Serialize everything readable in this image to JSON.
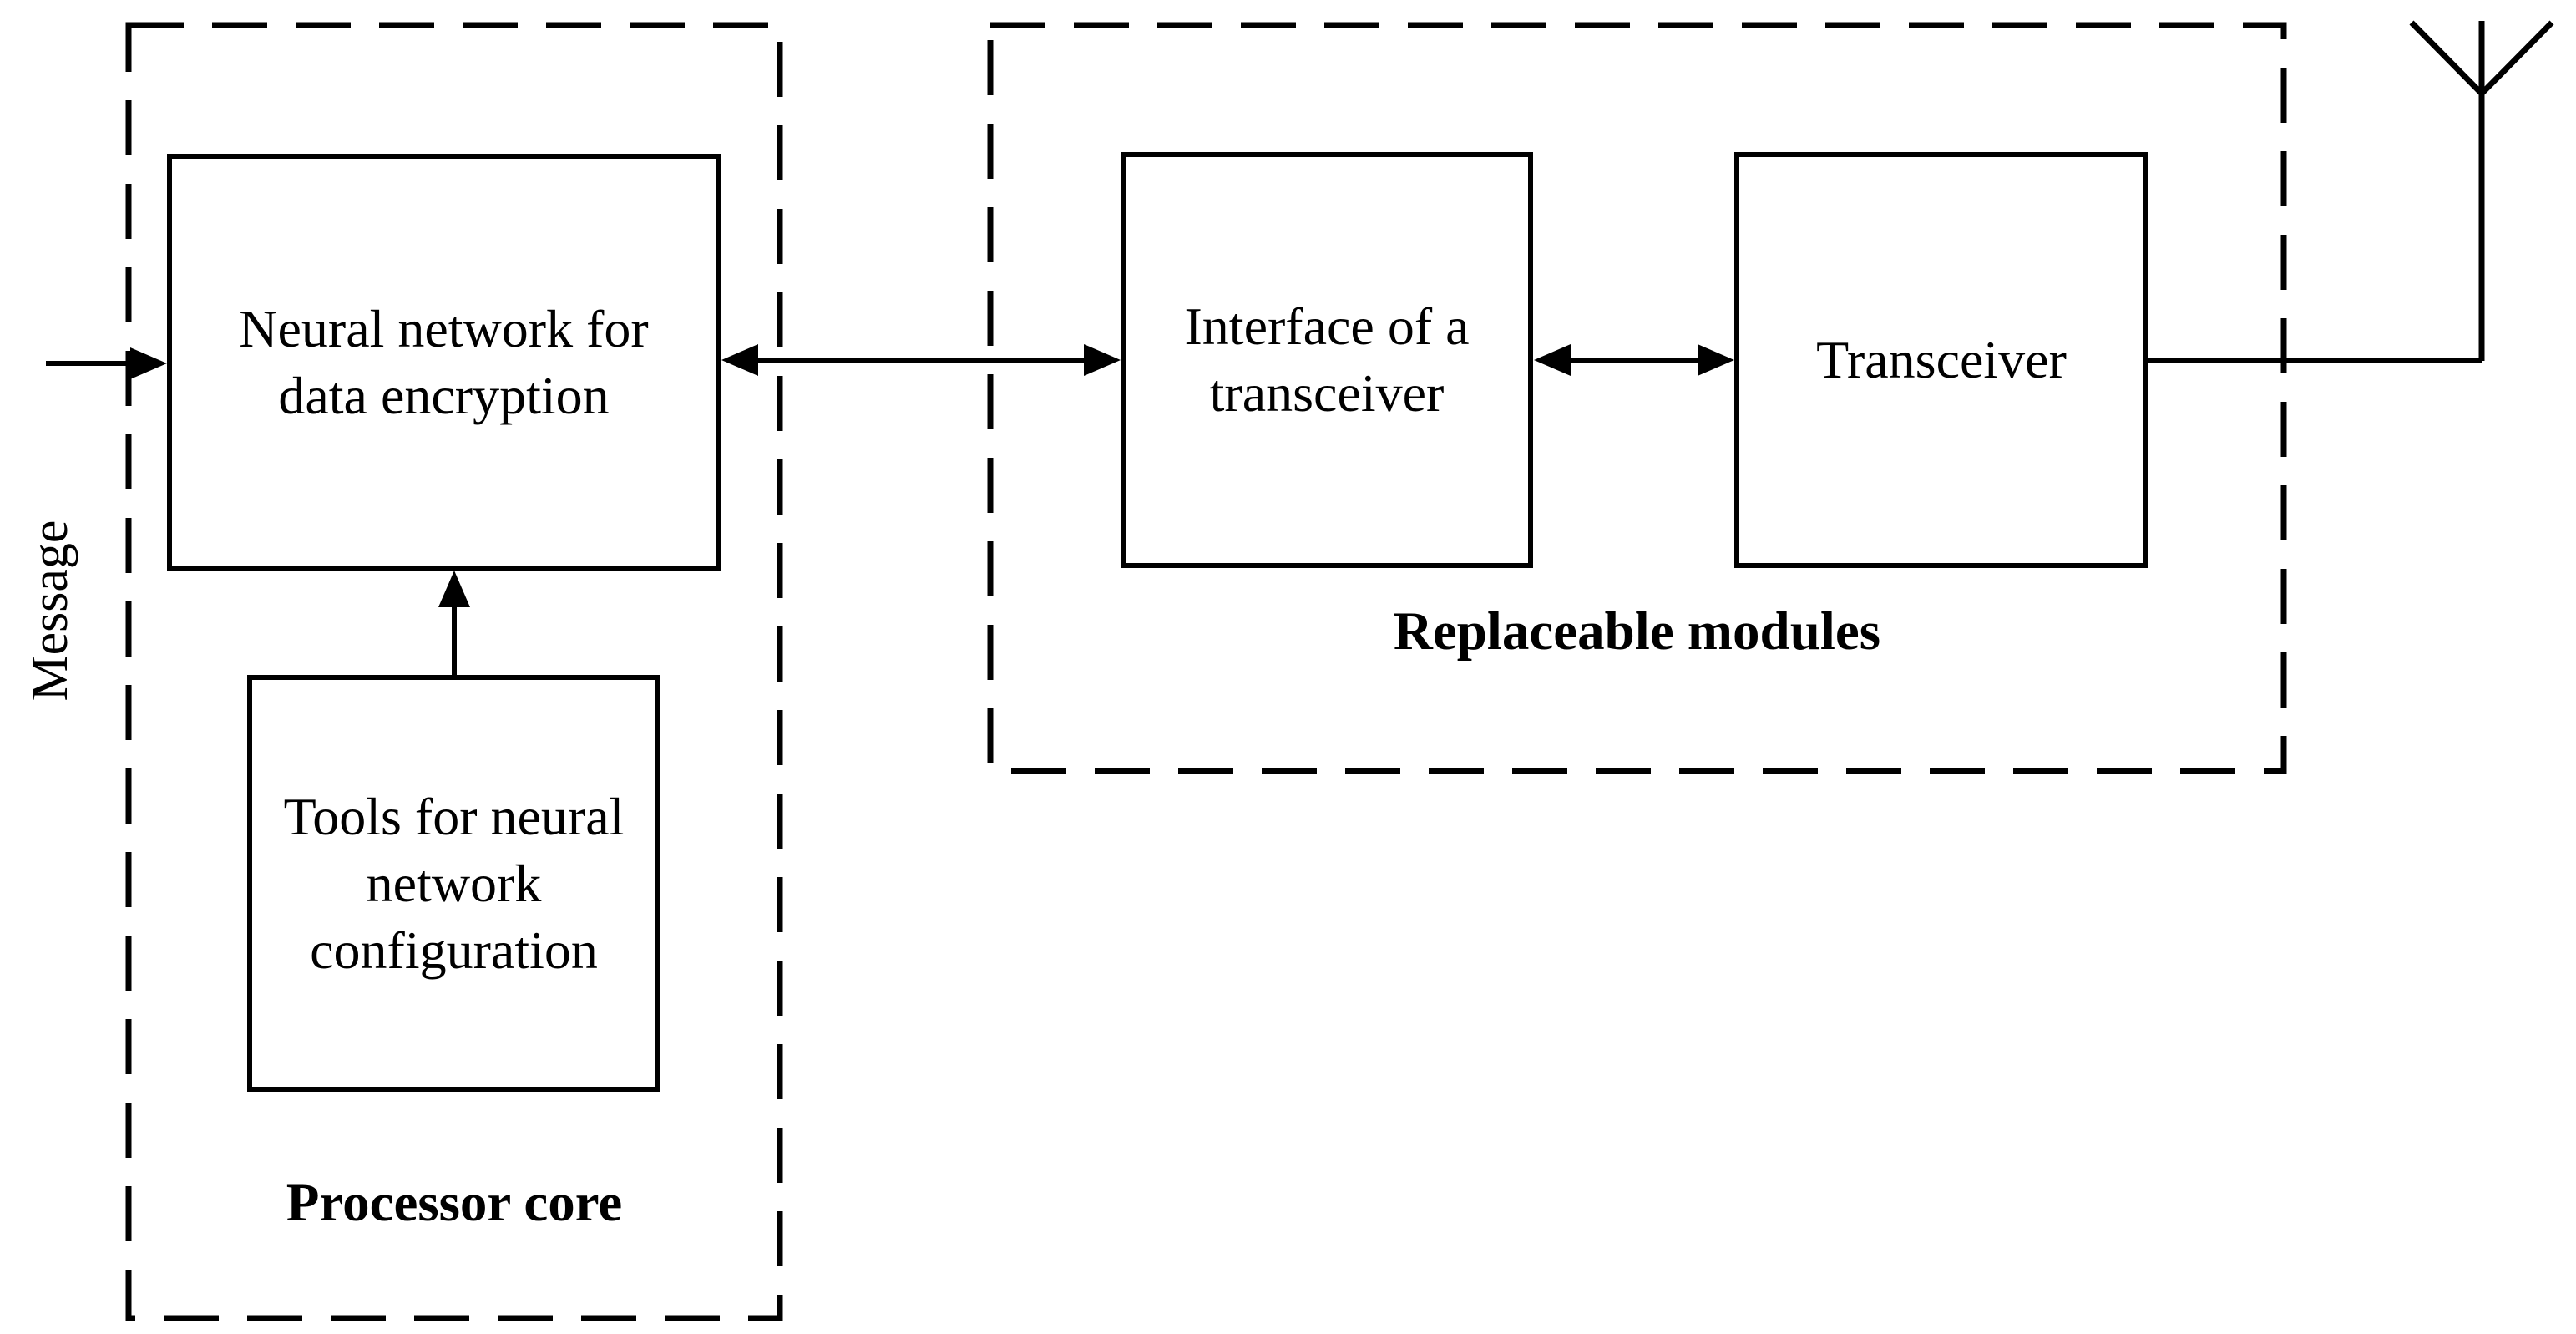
{
  "diagram": {
    "title_hint": "Block diagram of a device with neural-network data encryption and replaceable radio modules",
    "colors": {
      "line": "#000000",
      "background": "#ffffff",
      "text": "#000000"
    },
    "groups": {
      "processor": {
        "label": "Processor core"
      },
      "replaceable": {
        "label": "Replaceable modules"
      }
    },
    "boxes": {
      "neural": {
        "line1": "Neural network for",
        "line2": "data encryption"
      },
      "tools": {
        "line1": "Tools for neural",
        "line2": "network",
        "line3": "configuration"
      },
      "interface": {
        "line1": "Interface of a",
        "line2": "transceiver"
      },
      "transceiver": {
        "label": "Transceiver"
      }
    },
    "input_label": "Message",
    "icons": {
      "antenna": "antenna-icon"
    }
  }
}
